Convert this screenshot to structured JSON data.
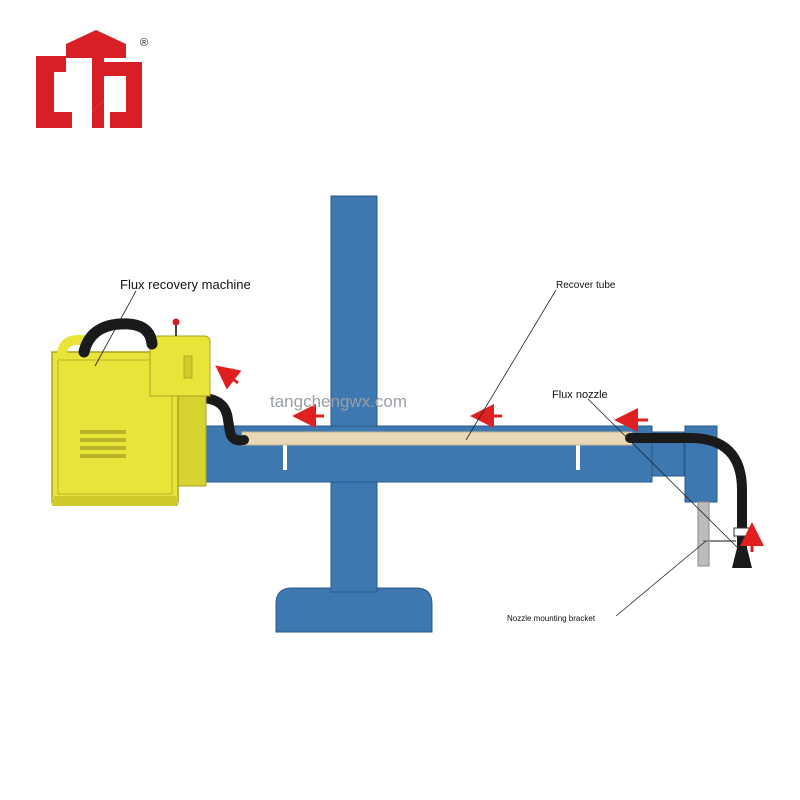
{
  "labels": {
    "flux_recovery_machine": "Flux recovery machine",
    "recover_tube": "Recover tube",
    "flux_nozzle": "Flux nozzle",
    "nozzle_mounting_bracket": "Nozzle mounting bracket"
  },
  "watermark": "tangchengwx.com",
  "brand": {
    "registered_mark": "®"
  },
  "colors": {
    "column_blue": "#3d78b1",
    "outline_blue": "#2a5a8a",
    "machine_yellow": "#e8e43a",
    "logo_red": "#d91f26",
    "arrow_red": "#e02020",
    "hose": "#1a1a1a",
    "tube": "#e9d9b8"
  },
  "icons": {
    "logo": "tc-logo-icon",
    "arrow": "red-flow-arrow-icon"
  }
}
